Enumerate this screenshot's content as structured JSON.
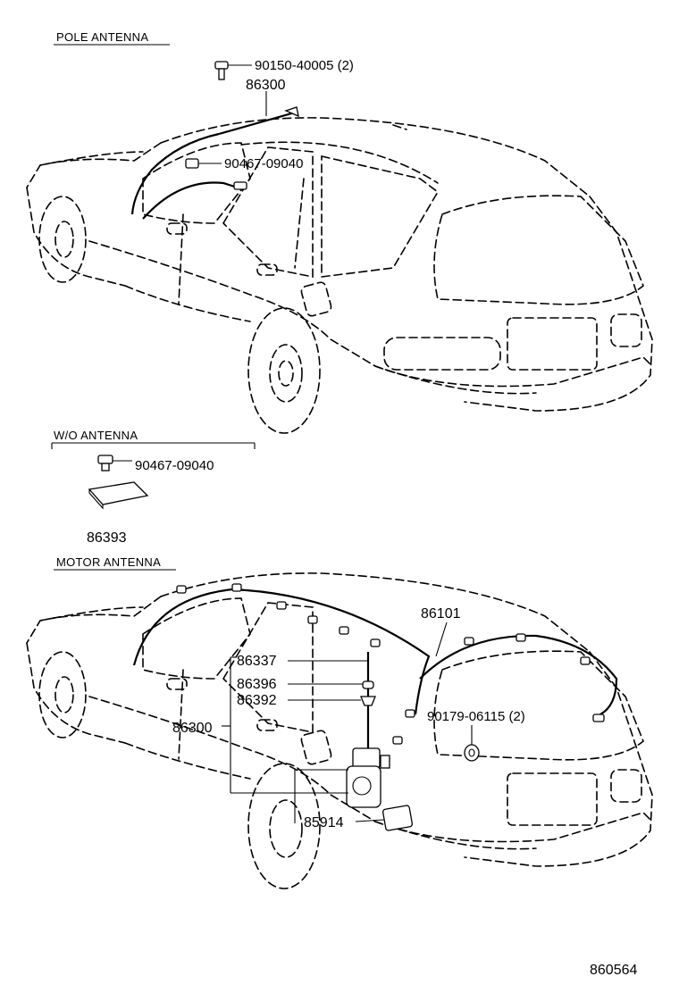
{
  "sections": {
    "pole_antenna": "POLE  ANTENNA",
    "wo_antenna": "W/O  ANTENNA",
    "motor_antenna": "MOTOR  ANTENNA"
  },
  "parts": {
    "p90150": "90150-40005 (2)",
    "p86300_top": "86300",
    "p90467_top": "90467-09040",
    "p90467_mid": "90467-09040",
    "p86393": "86393",
    "p86101": "86101",
    "p86337": "86337",
    "p86396": "86396",
    "p86392": "86392",
    "p86300_bottom": "86300",
    "p90179": "90179-06115 (2)",
    "p85914": "85914"
  },
  "figure_id": "860564"
}
